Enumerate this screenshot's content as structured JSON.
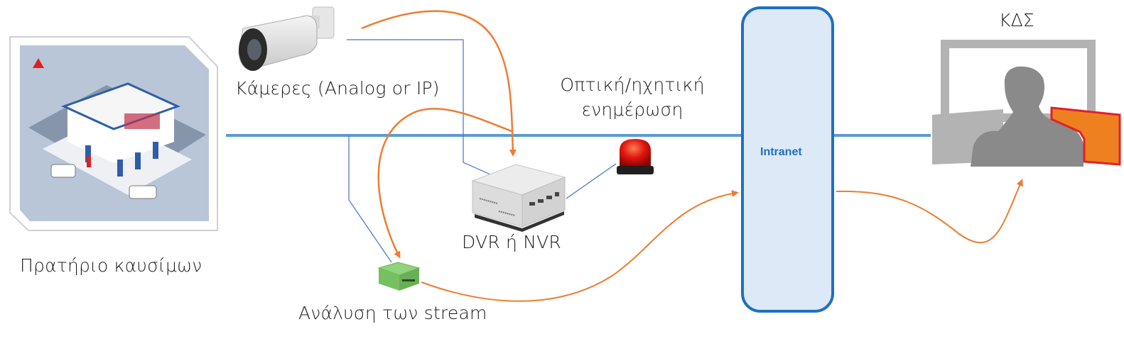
{
  "title": "Fuel station video surveillance architecture",
  "nodes": {
    "gas_station": {
      "label": "Πρατήριο καυσίμων",
      "icon": "gas-station-illustration"
    },
    "camera": {
      "label": "Κάμερες (Analog or IP)",
      "icon": "bullet-camera"
    },
    "alert": {
      "label_line1": "Οπτική/ηχητική",
      "label_line2": "ενημέρωση",
      "icon": "red-beacon-light"
    },
    "dvr": {
      "label": "DVR ή NVR",
      "icon": "recorder-box"
    },
    "analytics": {
      "label": "Ανάλυση των stream",
      "icon": "green-mini-pc"
    },
    "intranet": {
      "label": "Intranet"
    },
    "control_center": {
      "label": "ΚΔΣ",
      "icon": "operator-at-monitors"
    }
  },
  "colors": {
    "network_line": "#5b9bd5",
    "thin_link": "#4472c4",
    "flow_arrow": "#ed7d31",
    "intranet_fill": "#dde9f6",
    "intranet_border": "#1f70c1",
    "intranet_text": "#1f6fbf",
    "monitor_gray": "#b3b3b3",
    "person_gray": "#8a8a8a",
    "alert_orange": "#ee8020",
    "alert_red": "#e0212b"
  }
}
